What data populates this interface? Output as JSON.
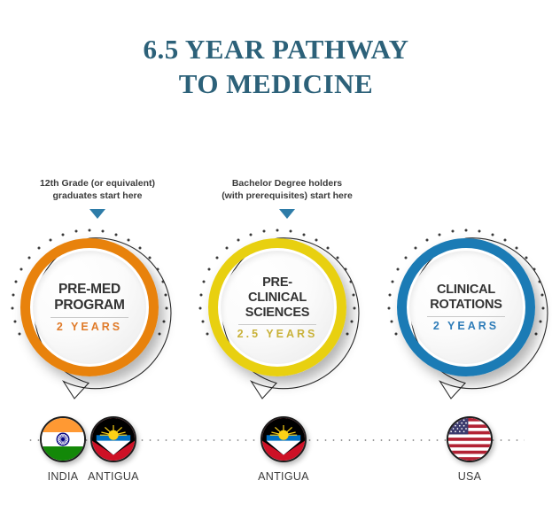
{
  "title": {
    "line1": "6.5 YEAR PATHWAY",
    "line2": "TO MEDICINE",
    "color": "#2c6179"
  },
  "annotations": [
    {
      "id": "premed",
      "line1": "12th Grade (or equivalent)",
      "line2": "graduates start here",
      "arrow_color": "#2e7ca8"
    },
    {
      "id": "preclinical",
      "line1": "Bachelor Degree holders",
      "line2": "(with prerequisites) start here",
      "arrow_color": "#2e7ca8"
    }
  ],
  "stages": [
    {
      "id": "premed",
      "name_line1": "PRE-MED",
      "name_line2": "PROGRAM",
      "name_line3": "",
      "duration": "2 YEARS",
      "ring_color": "#e8820c",
      "duration_color": "#e07b2a"
    },
    {
      "id": "preclinical",
      "name_line1": "PRE-",
      "name_line2": "CLINICAL",
      "name_line3": "SCIENCES",
      "duration": "2.5 YEARS",
      "ring_color": "#e8d010",
      "duration_color": "#c9b23a"
    },
    {
      "id": "clinical",
      "name_line1": "CLINICAL",
      "name_line2": "ROTATIONS",
      "name_line3": "",
      "duration": "2 YEARS",
      "ring_color": "#1b7bb5",
      "duration_color": "#2e7cb8"
    }
  ],
  "countries": [
    {
      "id": "india",
      "label": "INDIA",
      "flag": "india-flag-icon"
    },
    {
      "id": "antigua1",
      "label": "ANTIGUA",
      "flag": "antigua-flag-icon"
    },
    {
      "id": "antigua2",
      "label": "ANTIGUA",
      "flag": "antigua-flag-icon"
    },
    {
      "id": "usa",
      "label": "USA",
      "flag": "usa-flag-icon"
    }
  ]
}
